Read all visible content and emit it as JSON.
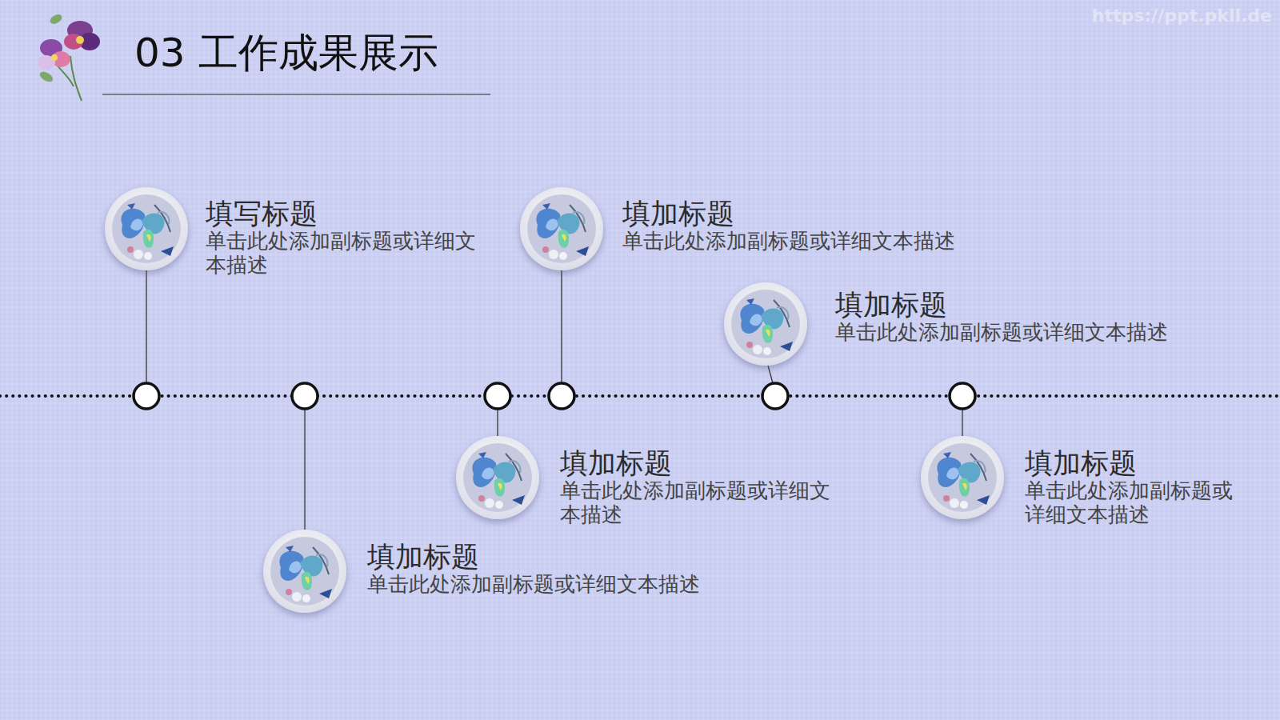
{
  "diagram": {
    "title": "03 工作成果展示",
    "nodes": [
      {
        "text": [
          "填写标题",
          "单击此处添加副标题或详细文本描述"
        ]
      },
      {
        "text": [
          "填加标题",
          "单击此处添加副标题或详细文本描述"
        ]
      },
      {
        "text": [
          "填加标题",
          "单击此处添加副标题或详细文本描述"
        ]
      },
      {
        "text": [
          "填加标题",
          "单击此处添加副标题或详细文本描述"
        ]
      },
      {
        "text": [
          "填加标题",
          "单击此处添加副标题或详细文本描述"
        ]
      },
      {
        "text": [
          "填加标题",
          "单击此处添加副标题或详细文本描述"
        ]
      }
    ],
    "labels": [
      "https://ppt.pkll.de"
    ]
  }
}
